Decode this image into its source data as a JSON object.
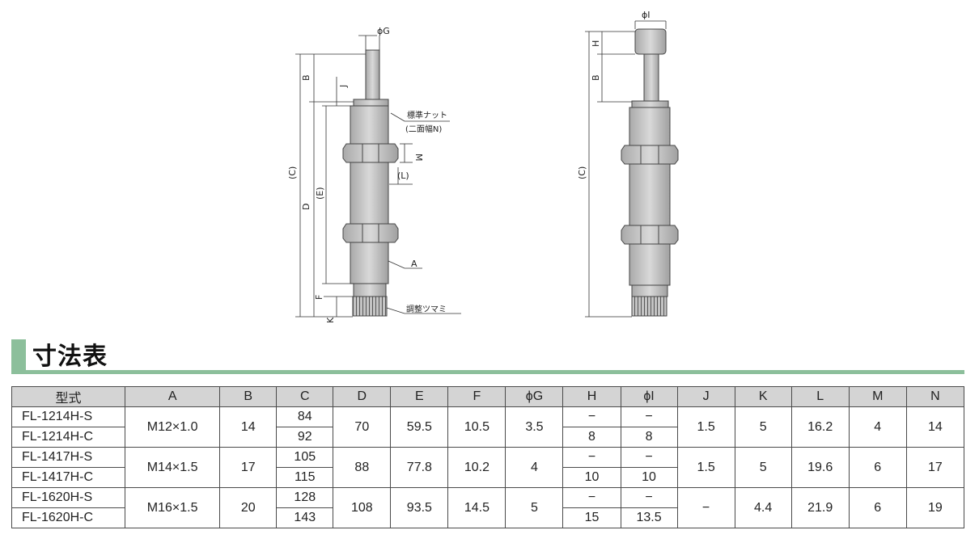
{
  "drawing": {
    "left_labels": {
      "phiG": "ϕG",
      "B": "B",
      "J": "J",
      "C": "(C)",
      "D": "D",
      "E": "(E)",
      "F": "F",
      "K": "K",
      "M": "M",
      "L": "(L)",
      "A": "A",
      "nut_line1": "標準ナット",
      "nut_line2": "(二面幅N)",
      "knob": "調整ツマミ"
    },
    "right_labels": {
      "phiI": "ϕI",
      "H": "H",
      "B": "B",
      "C": "(C)"
    }
  },
  "section": {
    "title": "寸法表"
  },
  "table": {
    "headers": [
      "型式",
      "A",
      "B",
      "C",
      "D",
      "E",
      "F",
      "ϕG",
      "H",
      "ϕI",
      "J",
      "K",
      "L",
      "M",
      "N"
    ],
    "groups": [
      {
        "models": [
          "FL-1214H-S",
          "FL-1214H-C"
        ],
        "A": "M12×1.0",
        "B": "14",
        "C": [
          "84",
          "92"
        ],
        "D": "70",
        "E": "59.5",
        "F": "10.5",
        "G": "3.5",
        "H": [
          "−",
          "8"
        ],
        "I": [
          "−",
          "8"
        ],
        "J": "1.5",
        "K": "5",
        "L": "16.2",
        "M": "4",
        "N": "14"
      },
      {
        "models": [
          "FL-1417H-S",
          "FL-1417H-C"
        ],
        "A": "M14×1.5",
        "B": "17",
        "C": [
          "105",
          "115"
        ],
        "D": "88",
        "E": "77.8",
        "F": "10.2",
        "G": "4",
        "H": [
          "−",
          "10"
        ],
        "I": [
          "−",
          "10"
        ],
        "J": "1.5",
        "K": "5",
        "L": "19.6",
        "M": "6",
        "N": "17"
      },
      {
        "models": [
          "FL-1620H-S",
          "FL-1620H-C"
        ],
        "A": "M16×1.5",
        "B": "20",
        "C": [
          "128",
          "143"
        ],
        "D": "108",
        "E": "93.5",
        "F": "14.5",
        "G": "5",
        "H": [
          "−",
          "15"
        ],
        "I": [
          "−",
          "13.5"
        ],
        "J": "−",
        "K": "4.4",
        "L": "21.9",
        "M": "6",
        "N": "19"
      }
    ]
  },
  "colors": {
    "accent_green": "#8cbf9b",
    "header_gray": "#d4d4d4",
    "body_gray": "#c8c8c8"
  }
}
